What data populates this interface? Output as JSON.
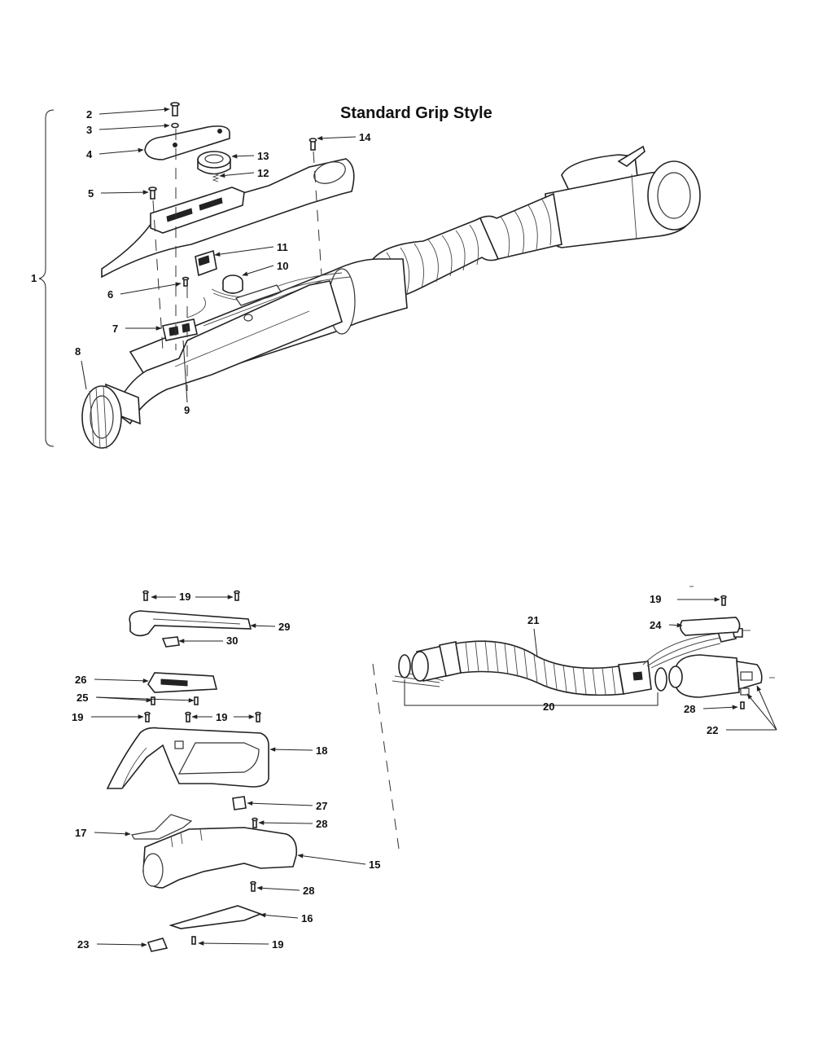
{
  "title": "Standard Grip Style",
  "callouts": {
    "c1": "1",
    "c2": "2",
    "c3": "3",
    "c4": "4",
    "c5": "5",
    "c6": "6",
    "c7": "7",
    "c8": "8",
    "c9": "9",
    "c10": "10",
    "c11": "11",
    "c12": "12",
    "c13": "13",
    "c14": "14",
    "c15": "15",
    "c16": "16",
    "c17": "17",
    "c18": "18",
    "c19a": "19",
    "c19b": "19",
    "c19c": "19",
    "c19d": "19",
    "c19e": "19",
    "c20": "20",
    "c21": "21",
    "c22": "22",
    "c23": "23",
    "c24": "24",
    "c25": "25",
    "c26": "26",
    "c27": "27",
    "c28a": "28",
    "c28b": "28",
    "c28c": "28",
    "c29": "29",
    "c30": "30"
  },
  "colors": {
    "ink": "#222222",
    "paper": "#ffffff"
  }
}
